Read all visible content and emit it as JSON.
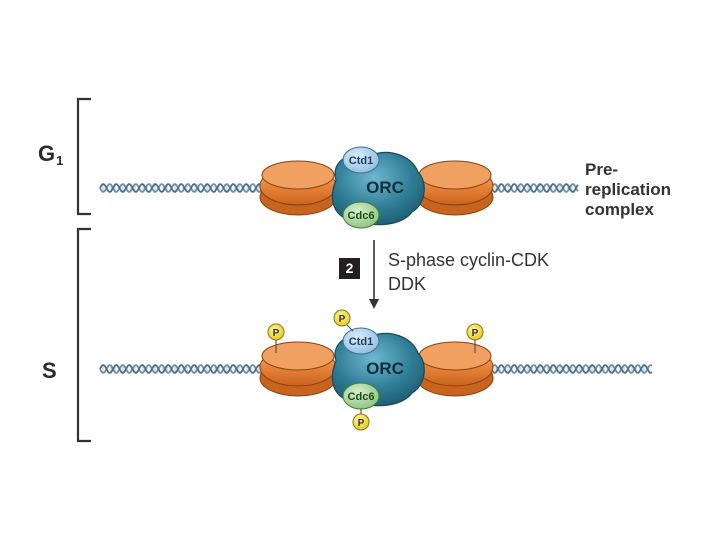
{
  "phases": {
    "g1_letter": "G",
    "g1_subscript": "1",
    "s_label": "S"
  },
  "complex_label": {
    "line1": "Pre-",
    "line2": "replication",
    "line3": "complex"
  },
  "step": {
    "number": "2",
    "line1": "S-phase cyclin-CDK",
    "line2": "DDK"
  },
  "proteins": {
    "orc": "ORC",
    "ctd1": "Ctd1",
    "cdc6": "Cdc6",
    "phosphate": "P"
  },
  "colors": {
    "dna": "#6f8fa8",
    "nucleosome": "#e8843a",
    "orc": "#2e7d95",
    "ctd1": "#a8cde8",
    "cdc6": "#a7d49b",
    "phosphate": "#f4e03a",
    "bracket": "#333333"
  }
}
